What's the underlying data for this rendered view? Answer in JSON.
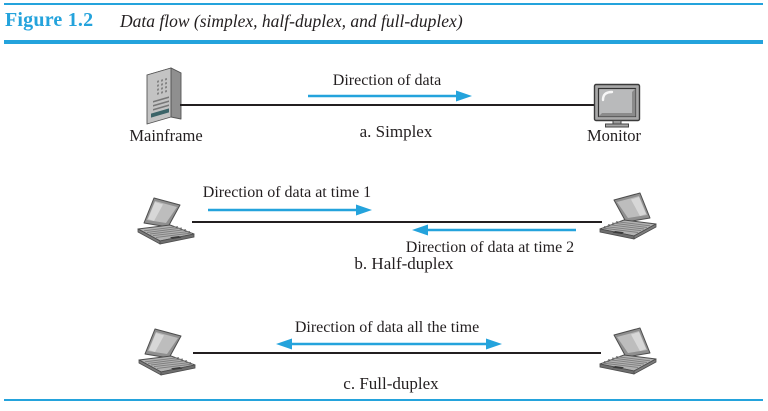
{
  "header": {
    "figure_label": "Figure 1.2",
    "figure_title": "Data flow (simplex, half-duplex, and full-duplex)"
  },
  "colors": {
    "accent_blue": "#24A3DC",
    "line_black": "#231F20"
  },
  "simplex": {
    "left_device_label": "Mainframe",
    "right_device_label": "Monitor",
    "arrow_label": "Direction of data",
    "arrow_direction": "right",
    "caption": "a. Simplex"
  },
  "half_duplex": {
    "arrow_time1_label": "Direction of data at time 1",
    "arrow_time1_direction": "right",
    "arrow_time2_label": "Direction of data at time 2",
    "arrow_time2_direction": "left",
    "caption": "b. Half-duplex"
  },
  "full_duplex": {
    "arrow_label": "Direction of data all the time",
    "arrow_direction": "both",
    "caption": "c. Full-duplex"
  },
  "icons": {
    "mainframe": "mainframe-tower-icon",
    "monitor": "crt-monitor-icon",
    "laptop": "laptop-icon",
    "arrow_right": "right-arrow-icon",
    "arrow_left": "left-arrow-icon",
    "arrow_double": "double-arrow-icon"
  }
}
